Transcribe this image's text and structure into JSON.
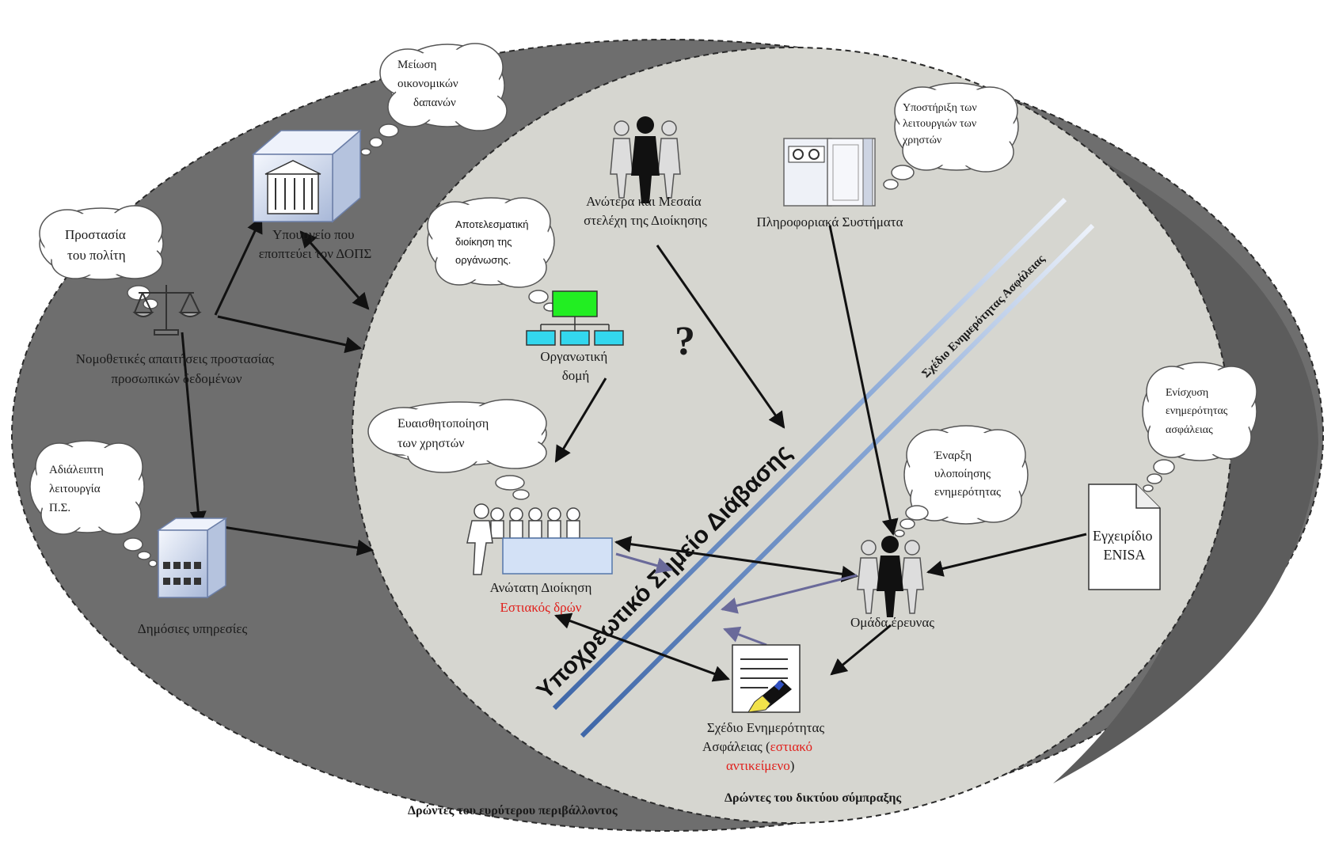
{
  "colors": {
    "outer_ellipse": "#6e6e6e",
    "inner_ellipse": "#d6d6d0",
    "cloud": "#ffffff",
    "accent_red": "#e0201c",
    "line_blue": "#4a73b4",
    "line_light": "#c9d8ee",
    "org_green": "#22ee22",
    "org_cyan": "#33d7ee",
    "arrow_purple": "#6a6a9a"
  },
  "clouds": {
    "reduce_costs": [
      "Μείωση",
      "οικονομικών",
      "δαπανών"
    ],
    "protect_citizen": [
      "Προστασία",
      "του πολίτη"
    ],
    "uninterrupted": [
      "Αδιάλειπτη",
      "λειτουργία",
      "Π.Σ."
    ],
    "effective_mgmt": [
      "Αποτελεσματική",
      "διοίκηση της",
      "οργάνωσης."
    ],
    "user_awareness": [
      "Ευαισθητοποίηση",
      "των χρηστών"
    ],
    "support_ops": [
      "Υποστήριξη των",
      "λειτουργιών των",
      "χρηστών"
    ],
    "start_impl": [
      "Έναρξη",
      "υλοποίησης",
      "ενημερότητας"
    ],
    "enhance_awareness": [
      "Ενίσχυση",
      "ενημερότητας",
      "ασφάλειας"
    ]
  },
  "labels": {
    "ministry": [
      "Υπουργείο που",
      "εποπτεύει τον ΔΟΠΣ"
    ],
    "legal": [
      "Νομοθετικές απαιτήσεις προστασίας",
      "προσωπικών δεδομένων"
    ],
    "public_services": "Δημόσιες υπηρεσίες",
    "senior_staff": [
      "Ανώτερα και Μεσαία",
      "στελέχη της Διοίκησης"
    ],
    "info_systems": "Πληροφοριακά Συστήματα",
    "org_structure": [
      "Οργανωτική",
      "δομή"
    ],
    "top_mgmt": "Ανώτατη Διοίκηση",
    "focal_actor": "Εστιακός δρών",
    "research_team": "Ομάδα έρευνας",
    "enisa_manual": [
      "Εγχειρίδιο",
      "ENISA"
    ],
    "plan_line1": "Σχέδιο Ενημερότητας",
    "plan_line2_a": "Ασφάλειας (",
    "plan_line2_red": "εστιακό",
    "plan_line3_red": "αντικείμενο",
    "plan_line3_b": ")",
    "question_mark": "?",
    "mandatory_passage": "Υποχρεωτικό Σημείο Διάβασης",
    "diag_plan": "Σχέδιο Ενημερότητας Ασφάλειας",
    "wider_env": "Δρώντες του ευρύτερου περιβάλλοντος",
    "network": "Δρώντες του δικτύου σύμπραξης"
  }
}
